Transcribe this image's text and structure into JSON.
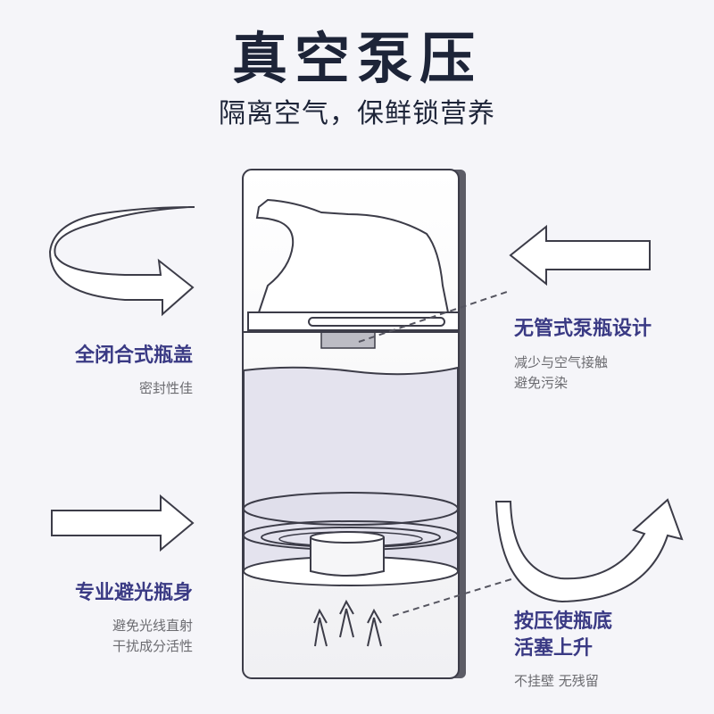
{
  "headline": {
    "title": "真空泵压",
    "subtitle": "隔离空气，保鲜锁营养"
  },
  "features": {
    "top_left": {
      "title": "全闭合式瓶盖",
      "desc": [
        "密封性佳"
      ],
      "icon": "curved-arrow-right-icon"
    },
    "top_right": {
      "title": "无管式泵瓶设计",
      "desc": [
        "减少与空气接触",
        "避免污染"
      ],
      "icon": "arrow-left-icon"
    },
    "bottom_left": {
      "title": "专业避光瓶身",
      "desc": [
        "避免光线直射",
        "干扰成分活性"
      ],
      "icon": "arrow-right-icon"
    },
    "bottom_right": {
      "title": [
        "按压使瓶底",
        "活塞上升"
      ],
      "desc": [
        "不挂壁 无残留"
      ],
      "icon": "u-turn-arrow-up-icon"
    }
  },
  "colors": {
    "background": "#f5f5f9",
    "title": "#1d2438",
    "feature_title": "#3a3a84",
    "feature_desc": "#6b6b70",
    "outline": "#3c3c48"
  }
}
